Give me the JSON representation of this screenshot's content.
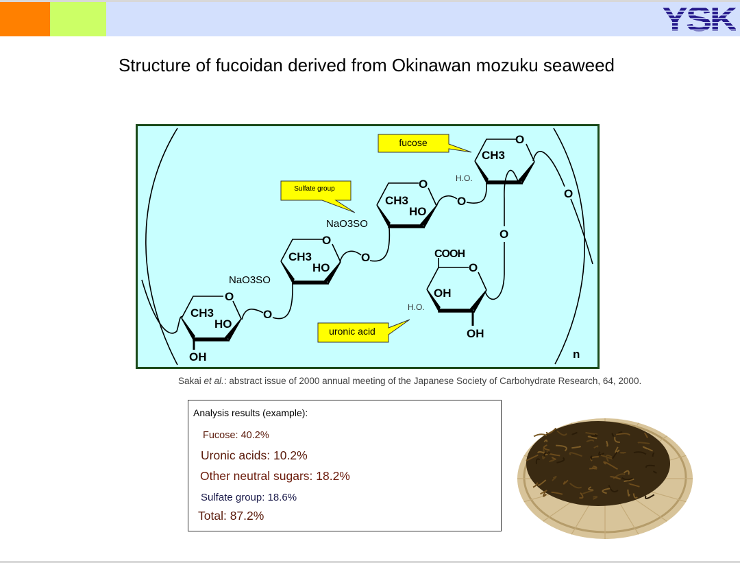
{
  "header": {
    "logo_text": "YSK",
    "colors": {
      "orange": "#ff8000",
      "lime": "#ccff66",
      "band": "#d3e0fd",
      "logo": "#261a8c"
    }
  },
  "slide": {
    "title": "Structure of fucoidan derived from Okinawan mozuku seaweed"
  },
  "diagram": {
    "callouts": {
      "fucose": "fucose",
      "sulfate": "Sulfate group",
      "uronic": "uronic acid"
    },
    "labels": {
      "ch3": "CH3",
      "ho": "HO",
      "oh": "OH",
      "o": "O",
      "naoso": "NaO3SO",
      "hoDot": "H.O.",
      "cooh": "COOH",
      "n": "n"
    },
    "colors": {
      "background": "#c8ffff",
      "border": "#1a4a1a",
      "callout": "#ffff00"
    }
  },
  "citation": {
    "author": "Sakai ",
    "etal": "et al.",
    "rest": ": abstract issue of 2000 annual meeting of the Japanese Society of Carbohydrate Research, 64, 2000."
  },
  "analysis": {
    "heading": "Analysis results (example):",
    "items": [
      {
        "label": "Fucose: 40.2%"
      },
      {
        "label": "Uronic acids: 10.2%"
      },
      {
        "label": "Other neutral sugars: 18.2%"
      },
      {
        "label": "Sulfate group: 18.6%"
      },
      {
        "label": "Total: 87.2%"
      }
    ]
  }
}
